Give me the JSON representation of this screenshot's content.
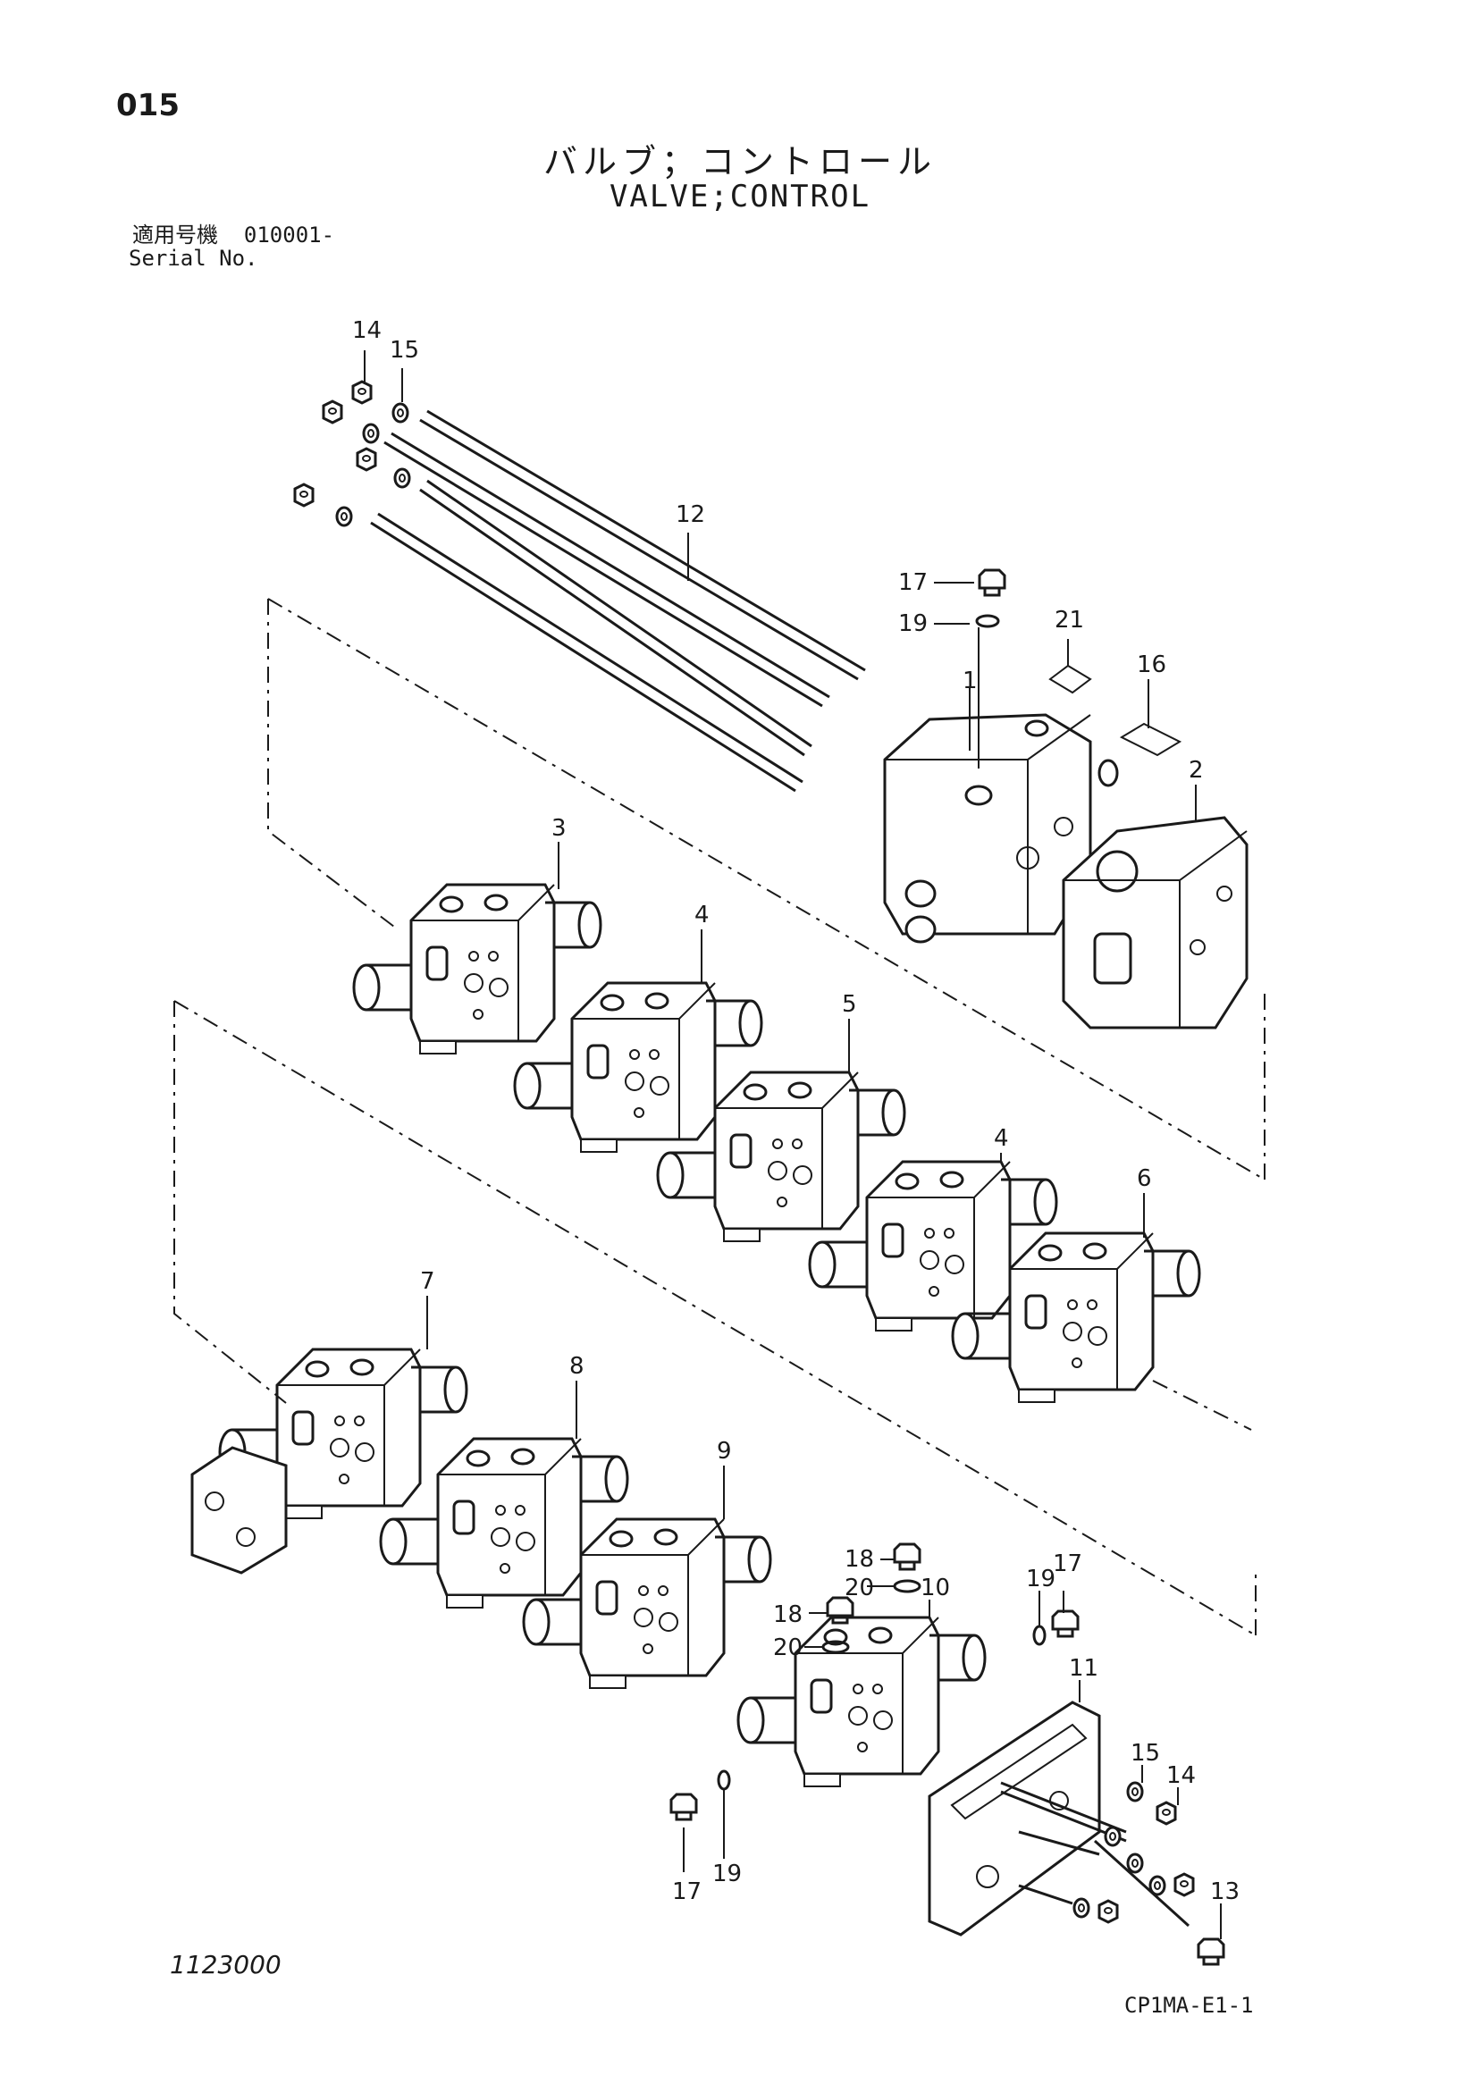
{
  "header": {
    "page_number": "015",
    "title_jp": "バルブ；コントロール",
    "title_en": "VALVE;CONTROL",
    "serial_label_jp": "適用号機",
    "serial_value": "010001-",
    "serial_label_en": "Serial No."
  },
  "callouts": {
    "c14a": "14",
    "c15a": "15",
    "c12": "12",
    "c17a": "17",
    "c19a": "19",
    "c21": "21",
    "c1": "1",
    "c16": "16",
    "c2": "2",
    "c3": "3",
    "c4a": "4",
    "c5": "5",
    "c4b": "4",
    "c6": "6",
    "c7": "7",
    "c8": "8",
    "c9": "9",
    "c18a": "18",
    "c20a": "20",
    "c18b": "18",
    "c20b": "20",
    "c10": "10",
    "c19b": "19",
    "c17b": "17",
    "c11": "11",
    "c15b": "15",
    "c14b": "14",
    "c13": "13",
    "c17c": "17",
    "c19c": "19"
  },
  "footer": {
    "drawing_number": "1123000",
    "doc_code": "CP1MA-E1-1"
  }
}
